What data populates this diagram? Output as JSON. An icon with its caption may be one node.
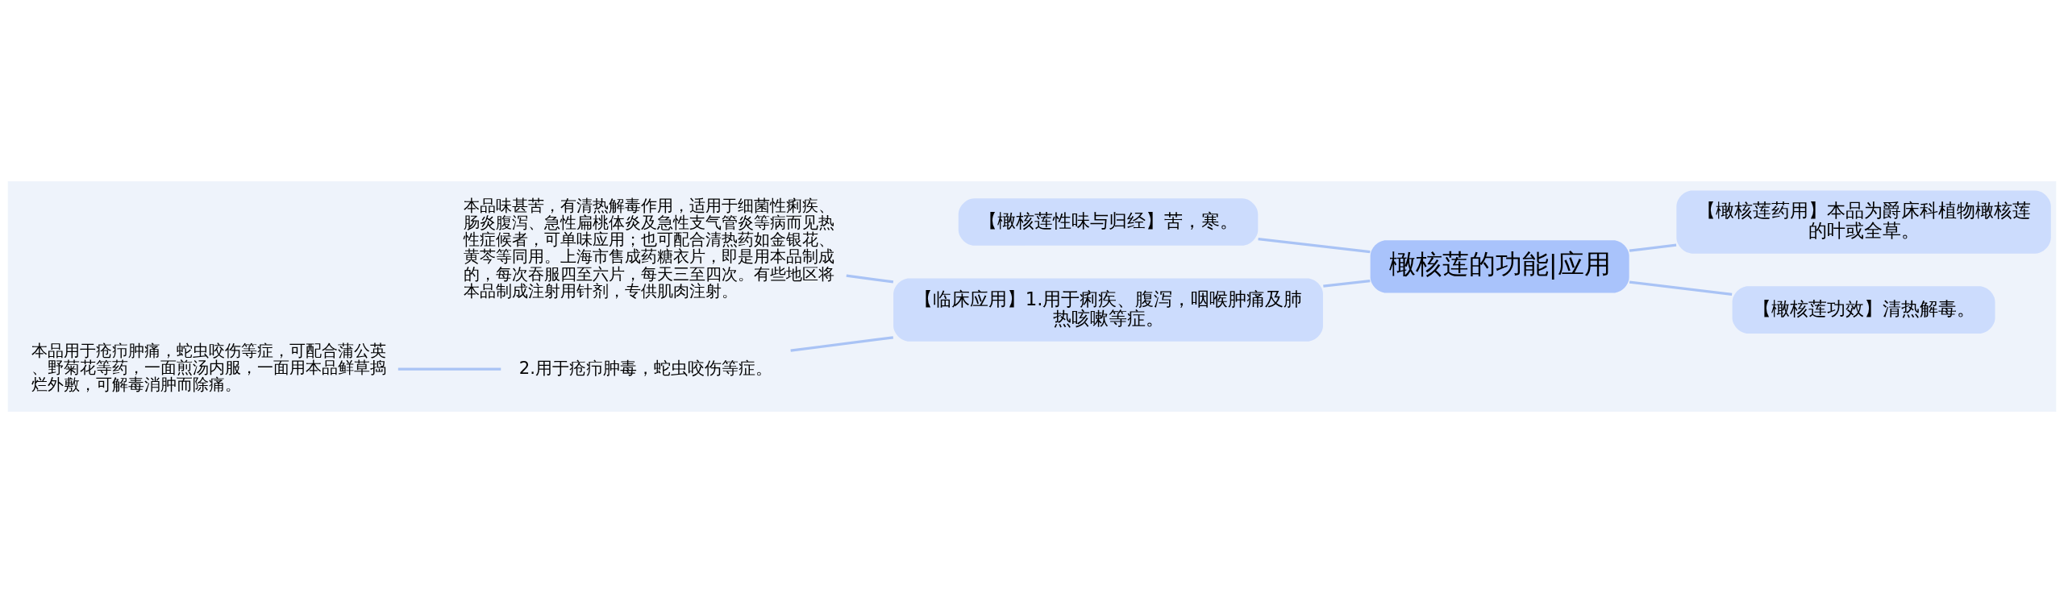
{
  "diagram": {
    "nodes": [
      {
        "text": [
          "橄核莲的功能|应用"
        ]
      },
      {
        "text": [
          "【橄核莲性味与归经】苦，寒。"
        ]
      },
      {
        "text": [
          "【临床应用】1.用于痢疾、腹泻，咽喉肿痛及肺热咳嗽等症。"
        ]
      },
      {
        "text": [
          "【橄核莲药用】本品为爵床科植物橄核莲的叶或全草。"
        ]
      },
      {
        "text": [
          "【橄核莲功效】清热解毒。"
        ]
      },
      {
        "text": [
          "本品味甚苦，有清热解毒作用，适用于细菌性痢疾、肠炎腹泻、急性扁桃体炎及急性支气管炎等病而见热性症候者，可单味应用；也可配合清热药如金银花、黄芩等同用。上海市售成药糖衣片，即是用本品制成的，每次吞服四至六片，每天三至四次。有些地区将本品制成注射用针剂，专供肌肉注射。"
        ]
      },
      {
        "text": [
          "2.用于疮疖肿毒，蛇虫咬伤等症。"
        ]
      },
      {
        "text": [
          "本品用于疮疖肿痛，蛇虫咬伤等症，可配合蒲公英、野菊花等药，一面煎汤内服，一面用本品鲜草捣烂外敷，可解毒消肿而除痛。"
        ]
      }
    ],
    "edges": [
      {
        "from": 0,
        "to": 1,
        "arrow": "none"
      },
      {
        "from": 0,
        "to": 2,
        "arrow": "none"
      },
      {
        "from": 0,
        "to": 3,
        "arrow": "none"
      },
      {
        "from": 0,
        "to": 4,
        "arrow": "none"
      },
      {
        "from": 2,
        "to": 5,
        "arrow": "none"
      },
      {
        "from": 2,
        "to": 6,
        "arrow": "none"
      },
      {
        "from": 6,
        "to": 7,
        "arrow": "none"
      }
    ]
  }
}
